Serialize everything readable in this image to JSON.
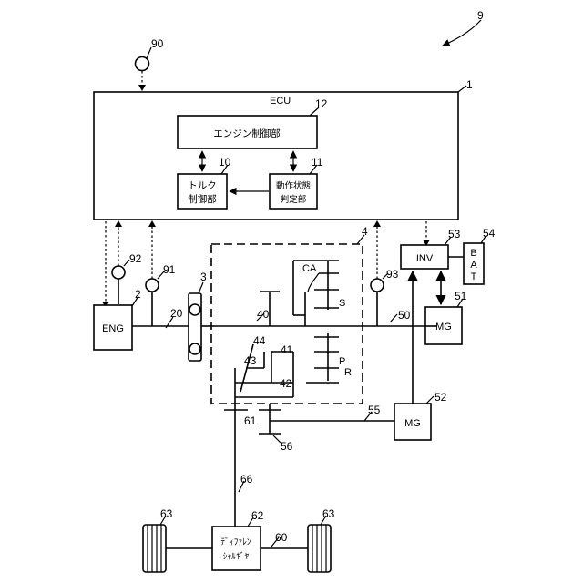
{
  "ref": {
    "system": "9",
    "ecu": "1",
    "engine": "2",
    "damper": "3",
    "transmission": "4",
    "torque_ctrl": "10",
    "state_judge": "11",
    "engine_ctrl": "12",
    "input_shaft": "20",
    "shaft_40": "40",
    "gear_41": "41",
    "gear_42": "42",
    "gear_43": "43",
    "gear_44": "44",
    "shaft_50": "50",
    "mg_51": "51",
    "mg_52": "52",
    "inv": "53",
    "bat": "54",
    "gear_55": "55",
    "gear_56": "56",
    "axle": "60",
    "gear_61": "61",
    "diff": "62",
    "wheel_l": "63",
    "wheel_r": "63",
    "shaft_66": "66",
    "sensor_90": "90",
    "sensor_91": "91",
    "sensor_92": "92",
    "sensor_93": "93"
  },
  "labels": {
    "ecu": "ECU",
    "engine_ctrl": "エンジン制御部",
    "torque_ctrl_1": "トルク",
    "torque_ctrl_2": "制御部",
    "state_judge_1": "動作状態",
    "state_judge_2": "判定部",
    "eng": "ENG",
    "inv": "INV",
    "bat_b": "B",
    "bat_a": "A",
    "bat_t": "T",
    "mg_51": "MG",
    "mg_52": "MG",
    "diff_1": "ﾃﾞｨﾌｧﾚﾝ",
    "diff_2": "ｼｬﾙｷﾞﾔ",
    "ca": "CA",
    "s": "S",
    "p": "P",
    "r": "R"
  }
}
